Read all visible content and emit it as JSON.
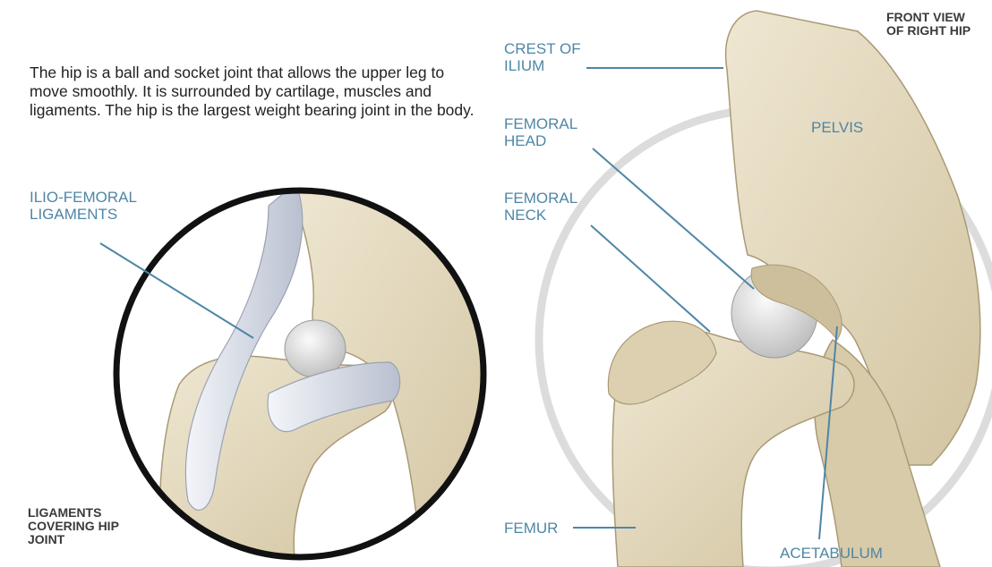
{
  "intro_text": "The hip is a ball and socket joint that allows the upper leg to move smoothly. It is surrounded by cartilage, muscles and ligaments. The hip is the largest weight bearing joint in the body.",
  "labels": {
    "ilio_femoral": "ILIO-FEMORAL\nLIGAMENTS",
    "ligaments_covering": "LIGAMENTS\nCOVERING HIP\nJOINT",
    "crest_of_ilium": "CREST OF\nILIUM",
    "femoral_head": "FEMORAL\nHEAD",
    "femoral_neck": "FEMORAL\nNECK",
    "femur": "FEMUR",
    "front_view": "FRONT VIEW\nOF RIGHT HIP",
    "pelvis": "PELVIS",
    "acetabulum": "ACETABULUM"
  },
  "colors": {
    "label": "#4e86a6",
    "bone": "#e6dcc3",
    "bone_shadow": "#b9ab88",
    "ligament": "#dde1ea",
    "circle": "#dcdcdc"
  }
}
